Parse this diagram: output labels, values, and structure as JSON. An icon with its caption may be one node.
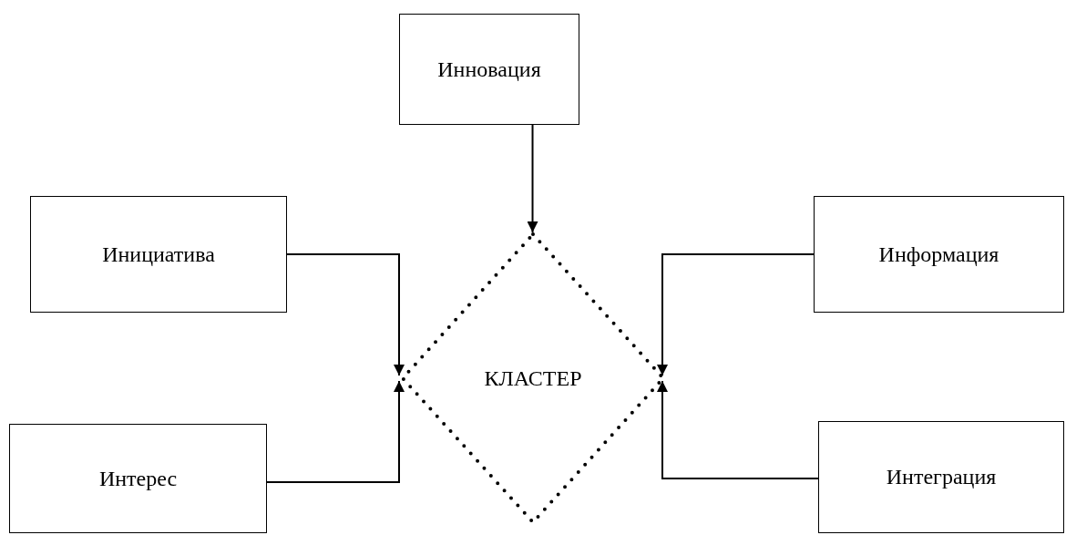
{
  "diagram": {
    "nodes": [
      {
        "text": [
          "Инновация"
        ]
      },
      {
        "text": [
          "Инициатива"
        ]
      },
      {
        "text": [
          "Информация"
        ]
      },
      {
        "text": [
          "КЛАСТЕР"
        ]
      },
      {
        "text": [
          "Интерес"
        ]
      },
      {
        "text": [
          "Интеграция"
        ]
      }
    ],
    "edges": [
      {
        "from": 0,
        "to": 3,
        "arrow": "to"
      },
      {
        "from": 1,
        "to": 3,
        "arrow": "to"
      },
      {
        "from": 2,
        "to": 3,
        "arrow": "to"
      },
      {
        "from": 4,
        "to": 3,
        "arrow": "to"
      },
      {
        "from": 5,
        "to": 3,
        "arrow": "to"
      }
    ]
  }
}
